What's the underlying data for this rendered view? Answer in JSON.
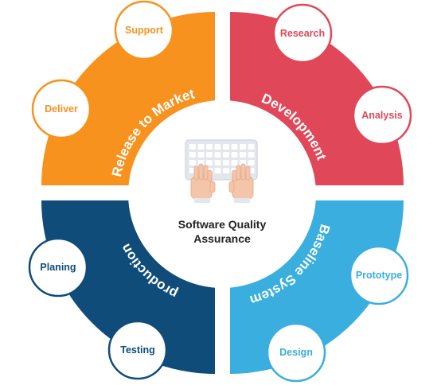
{
  "center": {
    "title_line1": "Software Quality",
    "title_line2": "Assurance",
    "icon": "keyboard-typing-icon"
  },
  "colors": {
    "orange": "#F7921E",
    "red": "#E04859",
    "light_blue": "#39AEDF",
    "navy": "#0F4C7A",
    "skin": "#F4C5A8",
    "keyboard": "#E3E6EC"
  },
  "segments": {
    "release": {
      "label": "Release to Market"
    },
    "development": {
      "label": "Development"
    },
    "baseline": {
      "label": "Baseline System"
    },
    "production": {
      "label": "production"
    }
  },
  "nodes": {
    "support": "Support",
    "deliver": "Deliver",
    "research": "Research",
    "analysis": "Analysis",
    "prototype": "Prototype",
    "design": "Design",
    "planing": "Planing",
    "testing": "Testing"
  }
}
